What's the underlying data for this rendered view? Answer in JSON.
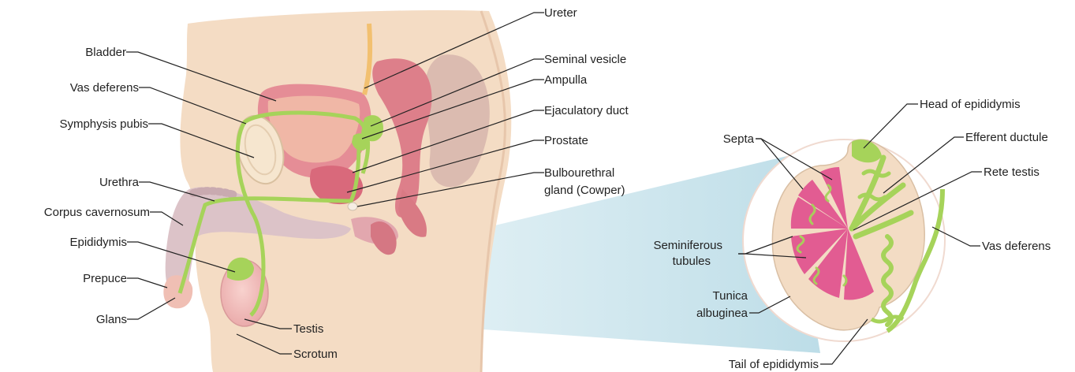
{
  "labels": {
    "ureter": "Ureter",
    "bladder": "Bladder",
    "seminal_vesicle": "Seminal vesicle",
    "vas_deferens_left": "Vas deferens",
    "ampulla": "Ampulla",
    "ejaculatory_duct": "Ejaculatory duct",
    "symphysis_pubis": "Symphysis pubis",
    "prostate": "Prostate",
    "bulbourethral_1": "Bulbourethral",
    "bulbourethral_2": "gland (Cowper)",
    "urethra": "Urethra",
    "corpus_cavernosum": "Corpus cavernosum",
    "epididymis": "Epididymis",
    "prepuce": "Prepuce",
    "glans": "Glans",
    "testis": "Testis",
    "scrotum": "Scrotum",
    "head_of_epididymis": "Head of epididymis",
    "septa": "Septa",
    "efferent_ductule": "Efferent ductule",
    "rete_testis": "Rete testis",
    "seminiferous_1": "Seminiferous",
    "seminiferous_2": "tubules",
    "vas_deferens_right": "Vas deferens",
    "tunica_1": "Tunica",
    "tunica_2": "albuginea",
    "tail_of_epididymis": "Tail of epididymis"
  },
  "colors": {
    "skin": "#f4dcc4",
    "tissue_pink": "#ec9aa0",
    "duct_green": "#a6d35a",
    "tubule_pink": "#e0468a",
    "leader_line": "#222222",
    "callout_blue": "#cfe6ee"
  }
}
